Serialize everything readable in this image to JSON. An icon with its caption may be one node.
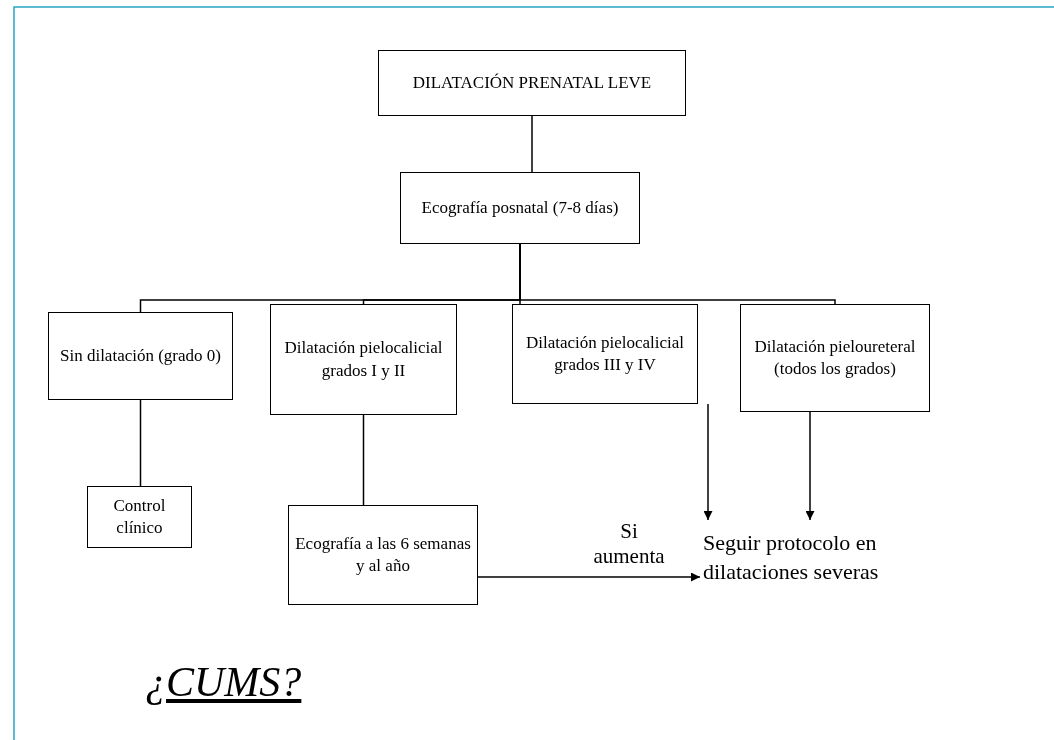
{
  "diagram": {
    "nodes": [
      {
        "text": [
          "DILATACIÓN PRENATAL LEVE"
        ]
      },
      {
        "text": [
          "Ecografía posnatal (7-8 días)"
        ]
      },
      {
        "text": [
          "Sin dilatación (grado 0)"
        ]
      },
      {
        "text": [
          "Dilatación pielocalicial grados I y II"
        ]
      },
      {
        "text": [
          "Dilatación pielocalicial grados III y IV"
        ]
      },
      {
        "text": [
          "Dilatación pieloureteral (todos los grados)"
        ]
      },
      {
        "text": [
          "Control clínico"
        ]
      },
      {
        "text": [
          "Ecografía a las 6 semanas y al año"
        ]
      },
      {
        "text": [
          "Seguir protocolo en dilataciones severas"
        ]
      }
    ],
    "edges": [
      {
        "from": 0,
        "to": 1,
        "arrow": "none"
      },
      {
        "from": 1,
        "to": 2,
        "arrow": "none"
      },
      {
        "from": 1,
        "to": 3,
        "arrow": "none"
      },
      {
        "from": 1,
        "to": 4,
        "arrow": "none"
      },
      {
        "from": 1,
        "to": 5,
        "arrow": "none"
      },
      {
        "from": 2,
        "to": 6,
        "arrow": "none"
      },
      {
        "from": 3,
        "to": 7,
        "arrow": "none"
      },
      {
        "from": 4,
        "to": 8,
        "arrow": "to"
      },
      {
        "from": 5,
        "to": 8,
        "arrow": "to"
      },
      {
        "from": 7,
        "to": 8,
        "arrow": "to",
        "label": "Si aumenta"
      }
    ],
    "labels": [
      "¿CUMS?"
    ]
  }
}
